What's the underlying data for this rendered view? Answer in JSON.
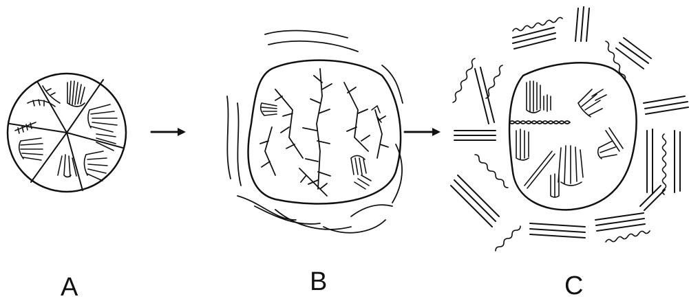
{
  "labels": {
    "panel_a": "A",
    "panel_b": "B",
    "panel_c": "C"
  },
  "colors": {
    "ink": "#111111",
    "background": "#ffffff"
  }
}
